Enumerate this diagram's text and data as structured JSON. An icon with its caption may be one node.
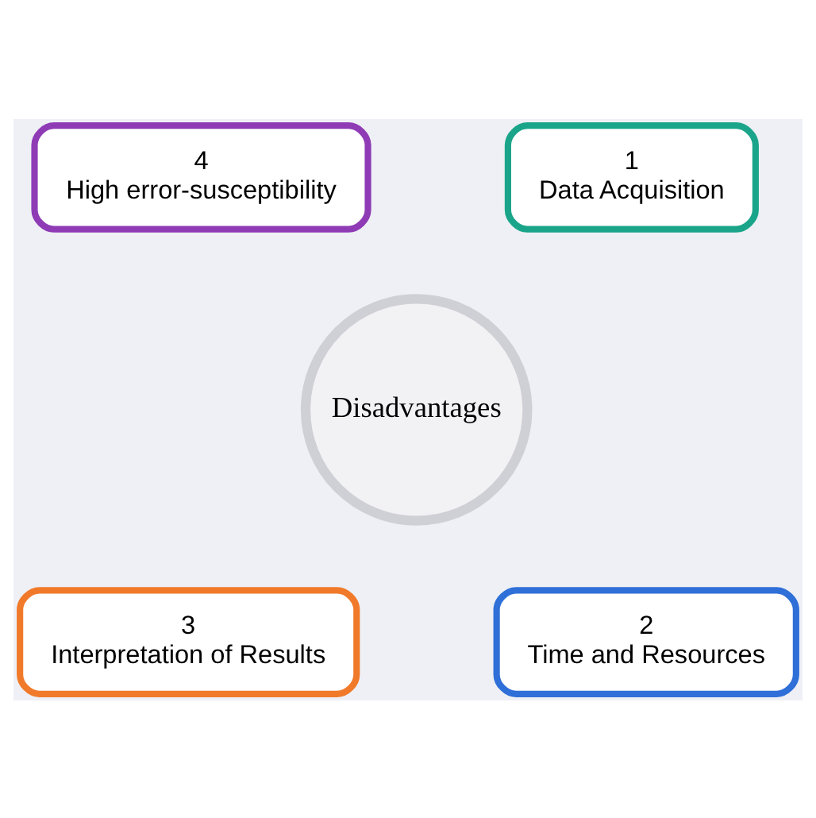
{
  "diagram": {
    "nodes": [
      {
        "text": [
          "4",
          "High error-susceptibility"
        ]
      },
      {
        "text": [
          "1",
          "Data Acquisition"
        ]
      },
      {
        "text": [
          "Disadvantages"
        ]
      },
      {
        "text": [
          "3",
          "Interpretation of Results"
        ]
      },
      {
        "text": [
          "2",
          "Time and Resources"
        ]
      }
    ]
  }
}
